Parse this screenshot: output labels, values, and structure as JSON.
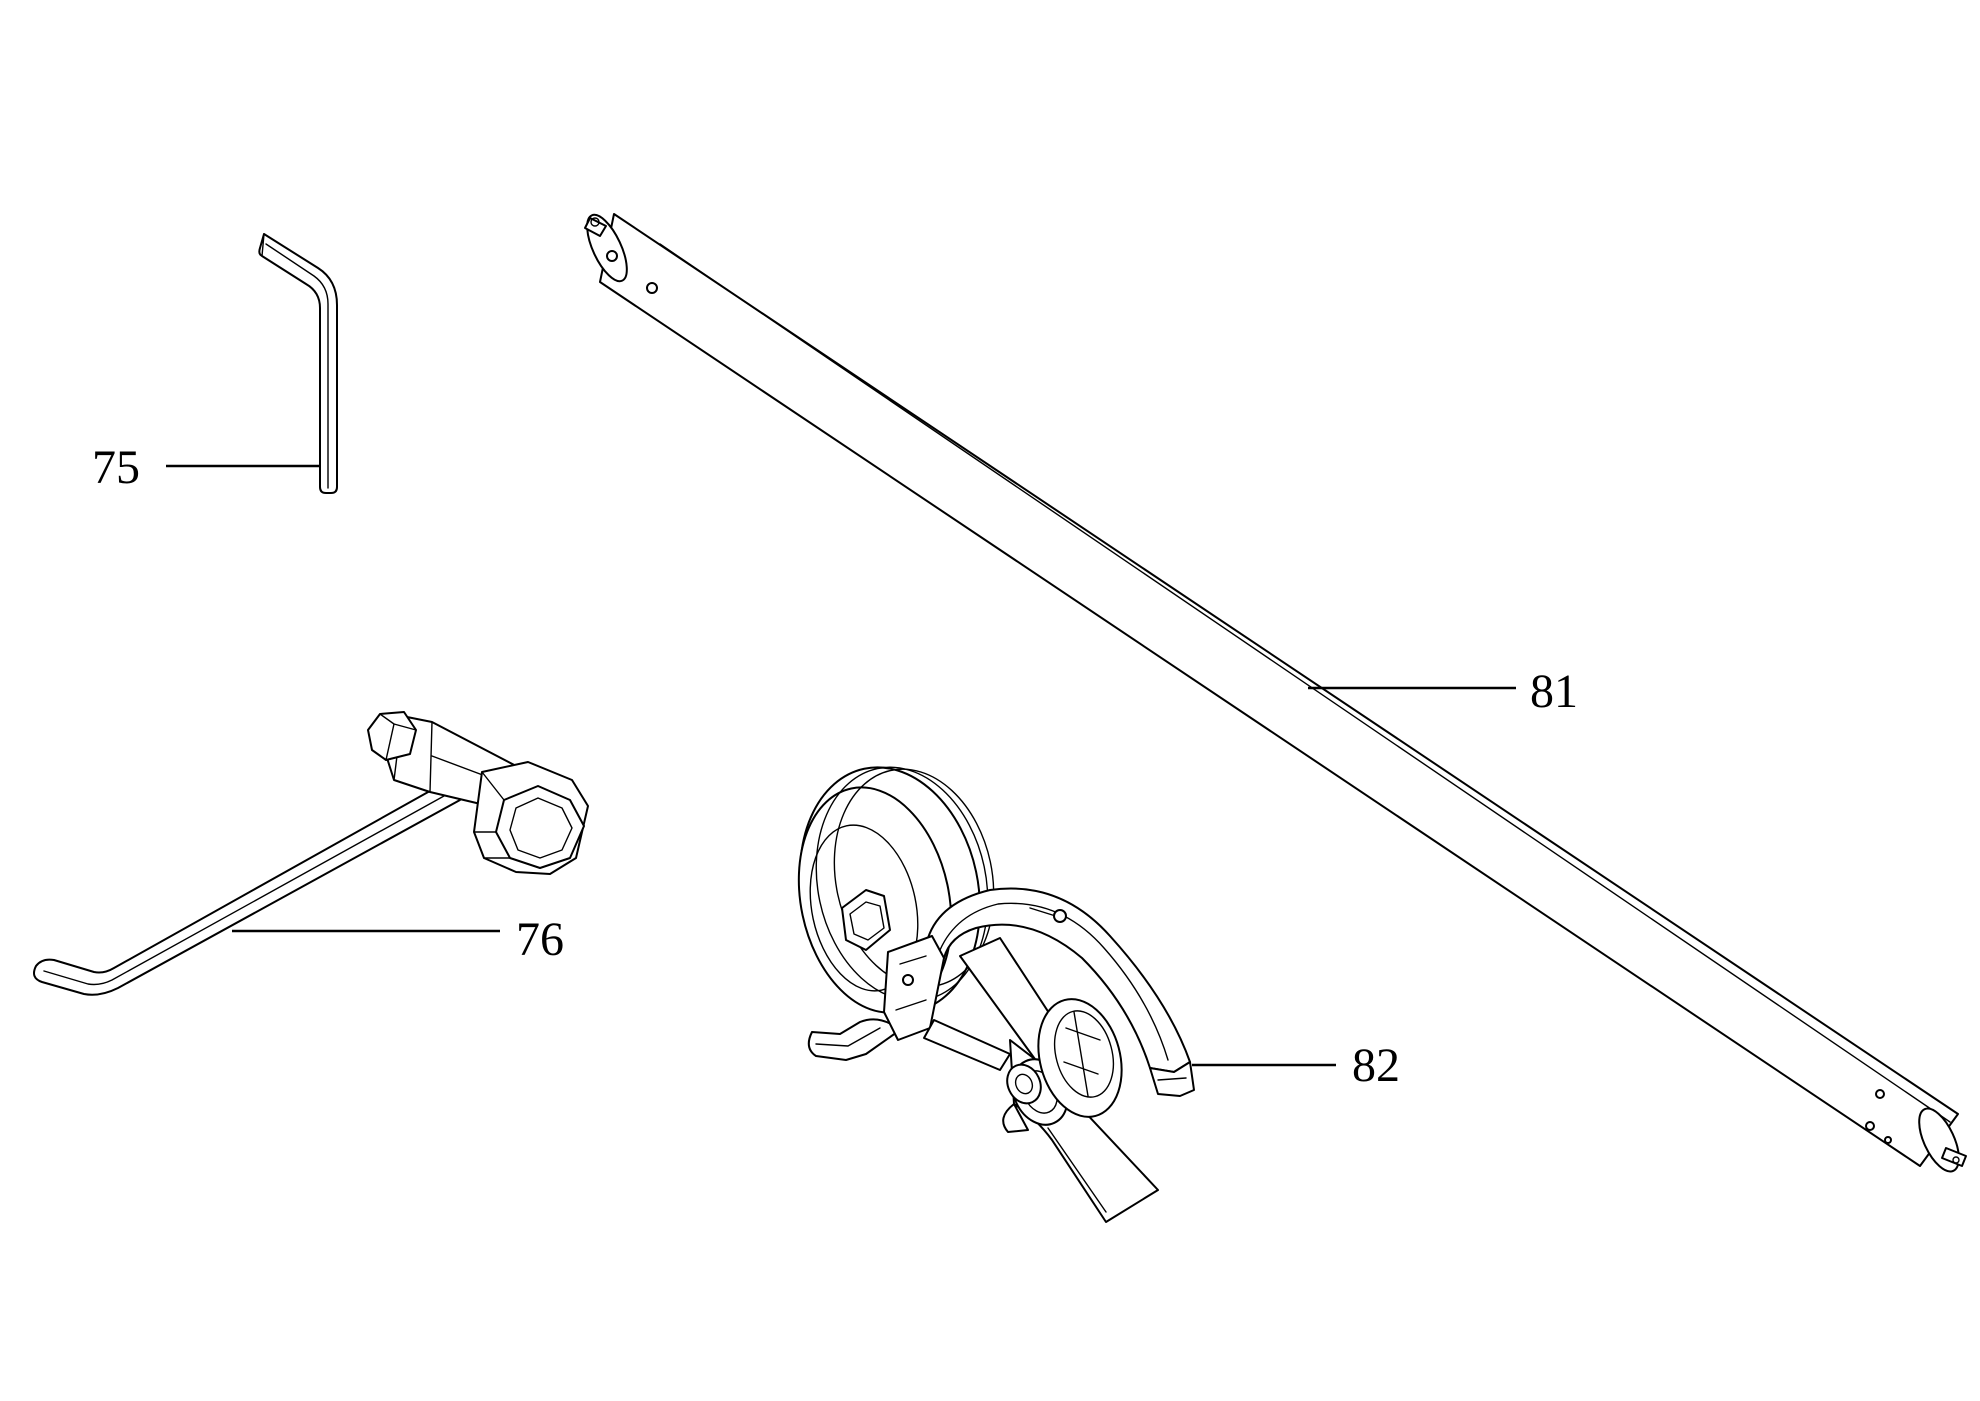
{
  "callouts": {
    "p75": "75",
    "p76": "76",
    "p81": "81",
    "p82": "82"
  },
  "colors": {
    "line": "#000000",
    "background": "#ffffff"
  }
}
